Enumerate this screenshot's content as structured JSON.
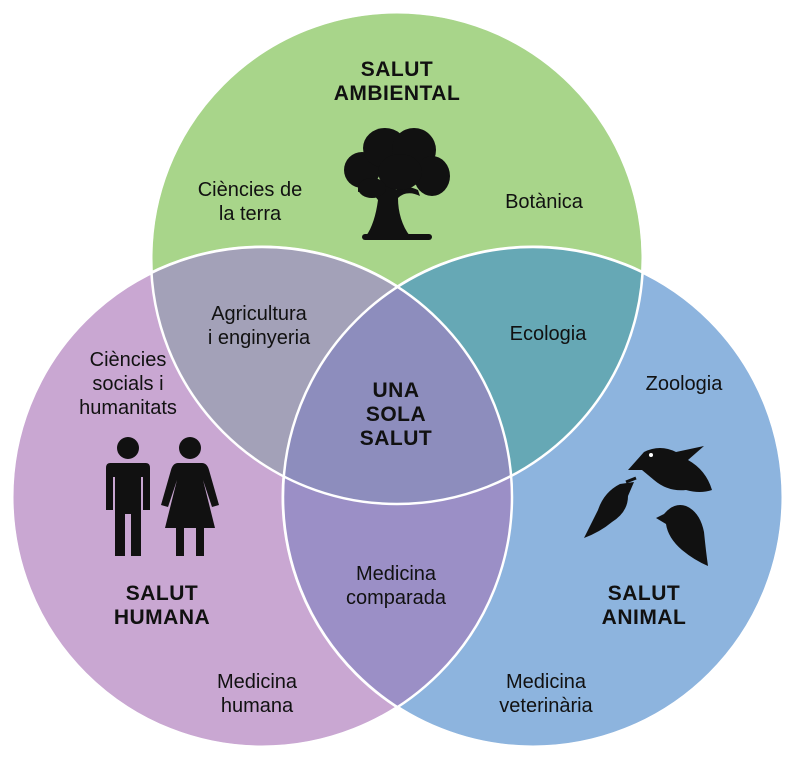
{
  "colors": {
    "environmental": "#a8d58a",
    "human": "#c9a7d2",
    "animal": "#8db4de",
    "outline": "#ffffff",
    "icon": "#111111"
  },
  "circles": {
    "environmental": {
      "title": "SALUT\nAMBIENTAL",
      "icon": "tree-icon"
    },
    "human": {
      "title": "SALUT\nHUMANA",
      "icon": "people-icon"
    },
    "animal": {
      "title": "SALUT\nANIMAL",
      "icon": "birds-icon"
    }
  },
  "labels": {
    "earth_sciences": "Ciències de\nla terra",
    "botany": "Botànica",
    "agriculture": "Agricultura\ni enginyeria",
    "ecology": "Ecologia",
    "social_sciences": "Ciències\nsocials i\nhumanitats",
    "zoology": "Zoologia",
    "one_health": "UNA\nSOLA\nSALUT",
    "comparative_medicine": "Medicina\ncomparada",
    "human_medicine": "Medicina\nhumana",
    "veterinary_medicine": "Medicina\nveterinària"
  }
}
